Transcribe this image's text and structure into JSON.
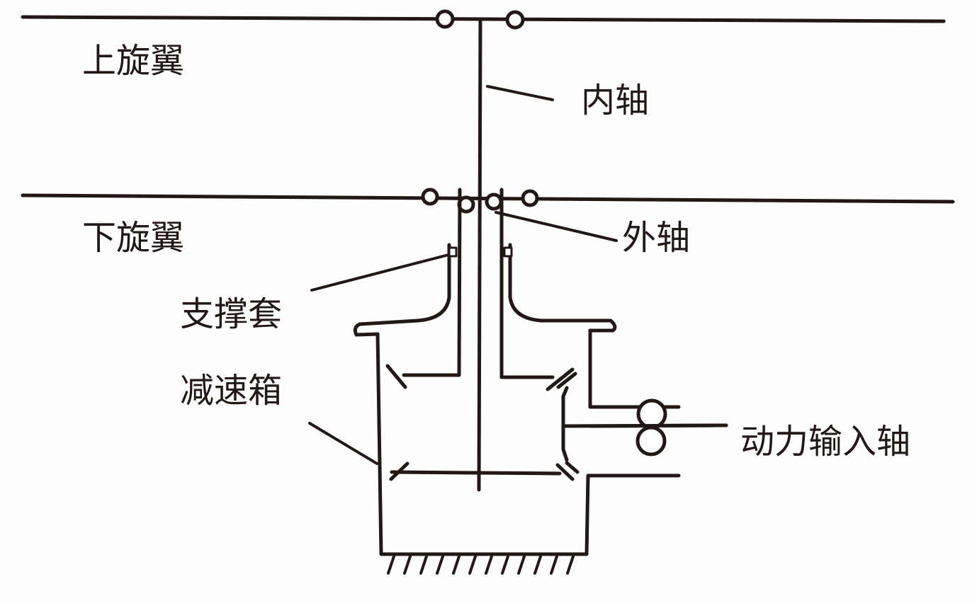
{
  "labels": {
    "upper_rotor": "上旋翼",
    "lower_rotor": "下旋翼",
    "inner_shaft": "内轴",
    "outer_shaft": "外轴",
    "support_sleeve": "支撑套",
    "gearbox": "减速箱",
    "input_shaft": "动力输入轴"
  },
  "colors": {
    "line": "#231815",
    "background": "#fefefe"
  }
}
